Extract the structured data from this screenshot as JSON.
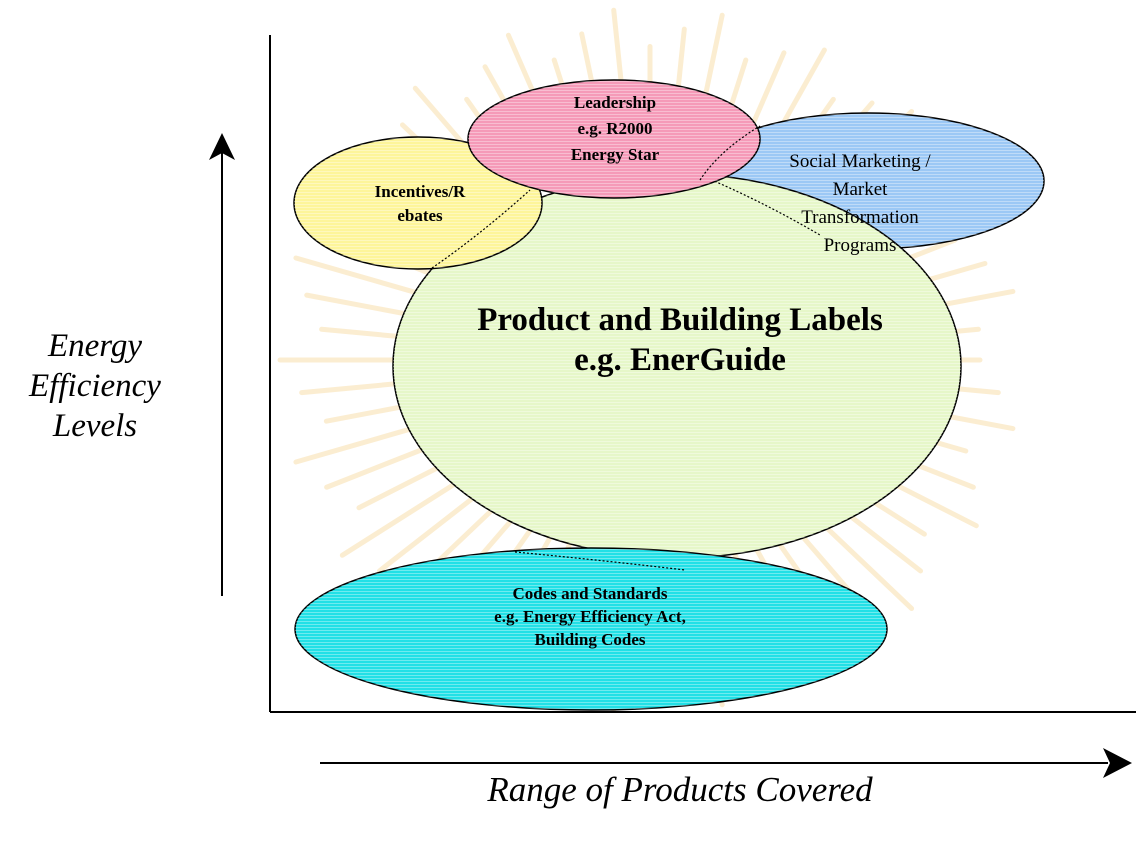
{
  "colors": {
    "labels_bubble": "#e6f7c9",
    "codes_bubble": "#22e0e6",
    "leadership_bubble": "#f59ab8",
    "incentives_bubble": "#fdf59a",
    "social_bubble": "#9cc8f5",
    "sunburst": "#f6d79a",
    "outline": "#000000"
  },
  "axes": {
    "y_label_lines": [
      "Energy",
      "Efficiency",
      "Levels"
    ],
    "x_label": "Range of Products Covered"
  },
  "bubbles": {
    "labels": {
      "lines": [
        "Product and Building Labels",
        "e.g. EnerGuide"
      ]
    },
    "codes": {
      "lines": [
        "Codes and Standards",
        "e.g. Energy Efficiency Act,",
        "Building Codes"
      ]
    },
    "leadership": {
      "lines": [
        "Leadership",
        "e.g. R2000",
        "Energy Star"
      ]
    },
    "incentives": {
      "lines": [
        "Incentives/R",
        "ebates"
      ]
    },
    "social": {
      "lines": [
        "Social Marketing /",
        "Market",
        "Transformation",
        "Programs"
      ]
    }
  }
}
